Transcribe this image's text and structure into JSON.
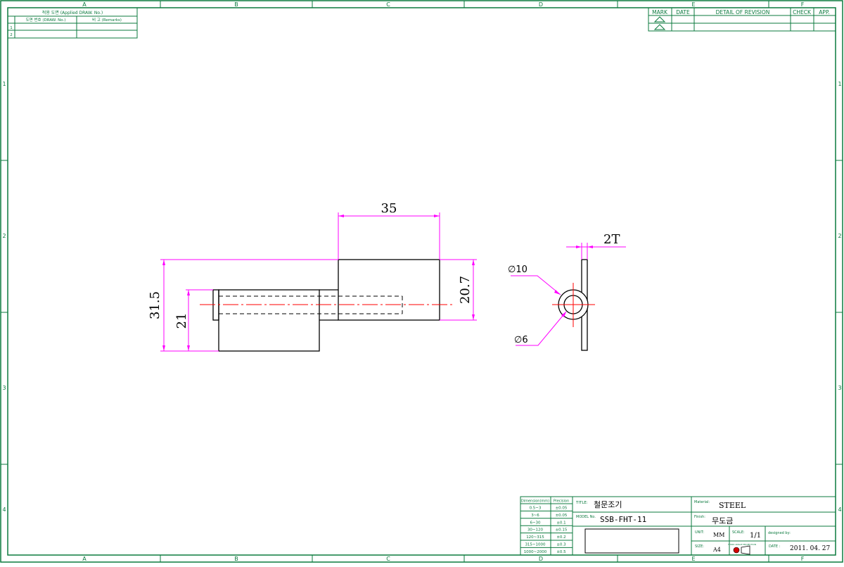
{
  "colors": {
    "frame": "#0b7a3e",
    "part": "#000000",
    "dimension": "#ff00ff",
    "centerline": "#ff0000",
    "hidden": "#000000"
  },
  "zones": {
    "columns": [
      "A",
      "B",
      "C",
      "D",
      "E",
      "F"
    ],
    "rows": [
      "1",
      "2",
      "3",
      "4"
    ]
  },
  "applied_table": {
    "header": "적용 도면 (Applied DRAW. No.)",
    "col_draw": "도면 번호 (DRAW. No.)",
    "col_remarks": "비 고 (Remarks)",
    "rows": [
      "1",
      "2"
    ]
  },
  "revision_table": {
    "mark": "MARK",
    "date": "DATE",
    "detail": "DETAIL OF REVISION",
    "check": "CHECK",
    "app": "APP."
  },
  "dimensions": {
    "length_top": "35",
    "height_overall": "31.5",
    "height_inner": "21",
    "height_right": "20.7",
    "thickness": "2T",
    "dia_outer": "∅10",
    "dia_inner": "∅6"
  },
  "tolerance_table": {
    "header_dim": "Dimension(mm)",
    "header_prec": "Precision",
    "rows": [
      {
        "range": "0.5~3",
        "tol": "±0.05"
      },
      {
        "range": "3~6",
        "tol": "±0.05"
      },
      {
        "range": "6~30",
        "tol": "±0.1"
      },
      {
        "range": "30~120",
        "tol": "±0.15"
      },
      {
        "range": "120~315",
        "tol": "±0.2"
      },
      {
        "range": "315~1000",
        "tol": "±0.3"
      },
      {
        "range": "1000~2000",
        "tol": "±0.5"
      }
    ]
  },
  "title_block": {
    "title_label": "TITLE:",
    "title_value": "철문조기",
    "model_label": "MODEL No.",
    "model_value": "SSB-FHT-11",
    "material_label": "Material:",
    "material_value": "STEEL",
    "finish_label": "Finish:",
    "finish_value": "무도금",
    "unit_label": "UNIT:",
    "unit_value": "MM",
    "scale_label": "SCALE:",
    "scale_value": "1/1",
    "size_label": "SIZE:",
    "size_value": "A4",
    "projection_text": "THIRD ANGLE PROJECTION",
    "designed_label": "designed by:",
    "date_label": "DATE :",
    "date_value": "2011. 04. 27"
  }
}
